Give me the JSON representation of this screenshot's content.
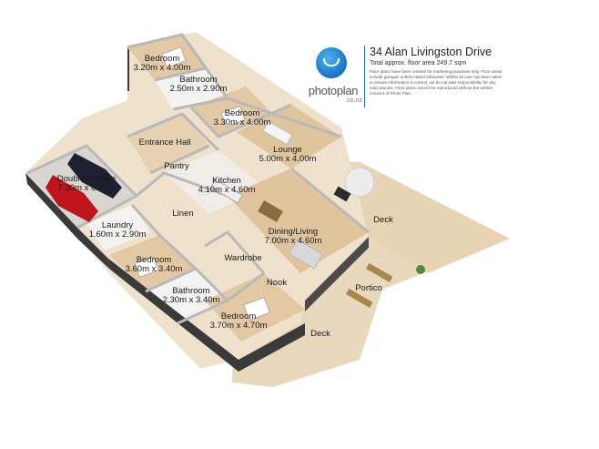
{
  "header": {
    "address": "34 Alan Livingston Drive",
    "floor_area": "Total approx. floor area 249.7 sqm",
    "disclaimer": "Floor plans have been created for marketing purposes only. Floor areas include garages unless stated otherwise. Whilst all care has been taken to ensure information is correct, we do not take responsibility for any inaccuracies. Floor plans cannot be reproduced without the written consent of Photo Plan."
  },
  "brand": {
    "name": "photoplan",
    "suffix": ".co.nz",
    "colors": {
      "primary": "#1572c4",
      "divider": "#1f6fb5"
    }
  },
  "rooms": [
    {
      "id": "bedroom-top",
      "name": "Bedroom",
      "dims": "3.20m x 4.00m"
    },
    {
      "id": "bathroom-top",
      "name": "Bathroom",
      "dims": "2.50m x 2.90m"
    },
    {
      "id": "bedroom-mid",
      "name": "Bedroom",
      "dims": "3.30m x 4.00m"
    },
    {
      "id": "lounge",
      "name": "Lounge",
      "dims": "5.00m x 4.00m"
    },
    {
      "id": "entrance-hall",
      "name": "Entrance Hall",
      "dims": ""
    },
    {
      "id": "pantry",
      "name": "Pantry",
      "dims": ""
    },
    {
      "id": "kitchen",
      "name": "Kitchen",
      "dims": "4.10m x 4.60m"
    },
    {
      "id": "double-garage",
      "name": "Double Garage",
      "dims": "7.30m x 6.20m"
    },
    {
      "id": "linen",
      "name": "Linen",
      "dims": ""
    },
    {
      "id": "laundry",
      "name": "Laundry",
      "dims": "1.60m x 2.90m"
    },
    {
      "id": "dining-living",
      "name": "Dining/Living",
      "dims": "7.00m x 4.60m"
    },
    {
      "id": "wardrobe",
      "name": "Wardrobe",
      "dims": ""
    },
    {
      "id": "bedroom-left",
      "name": "Bedroom",
      "dims": "3.60m x 3.40m"
    },
    {
      "id": "nook",
      "name": "Nook",
      "dims": ""
    },
    {
      "id": "bathroom-bottom",
      "name": "Bathroom",
      "dims": "2.30m x 3.40m"
    },
    {
      "id": "bedroom-bottom",
      "name": "Bedroom",
      "dims": "3.70m x 4.70m"
    }
  ],
  "outdoor": {
    "deck_top": "Deck",
    "portico": "Portico",
    "deck_bottom": "Deck"
  },
  "colors": {
    "wall_top": "#c8c8c8",
    "wall_side": "#3a3a3a",
    "floor_wood": "#e3cba8",
    "floor_tile": "#f2f2f0",
    "deck": "#e8d8bc",
    "car_red": "#c0141c",
    "car_dark": "#1d2030"
  }
}
